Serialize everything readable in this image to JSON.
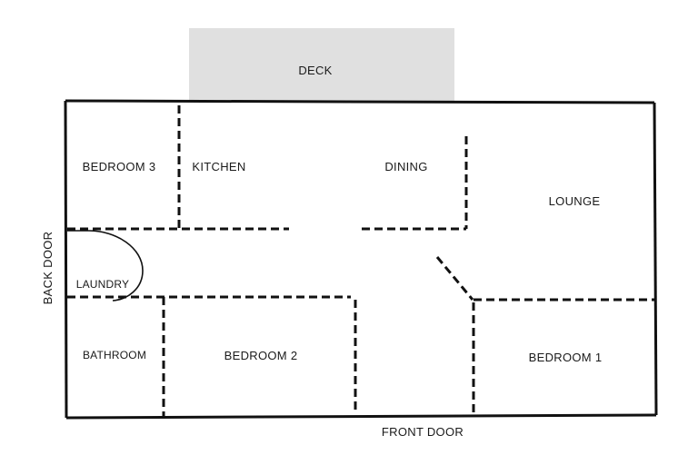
{
  "deck": {
    "label": "DECK",
    "color": "#e0e0e0"
  },
  "rooms": {
    "bedroom3": "BEDROOM 3",
    "kitchen": "KITCHEN",
    "dining": "DINING",
    "lounge": "LOUNGE",
    "laundry": "LAUNDRY",
    "bathroom": "BATHROOM",
    "bedroom2": "BEDROOM 2",
    "bedroom1": "BEDROOM 1"
  },
  "doors": {
    "back": "BACK DOOR",
    "front": "FRONT DOOR"
  }
}
